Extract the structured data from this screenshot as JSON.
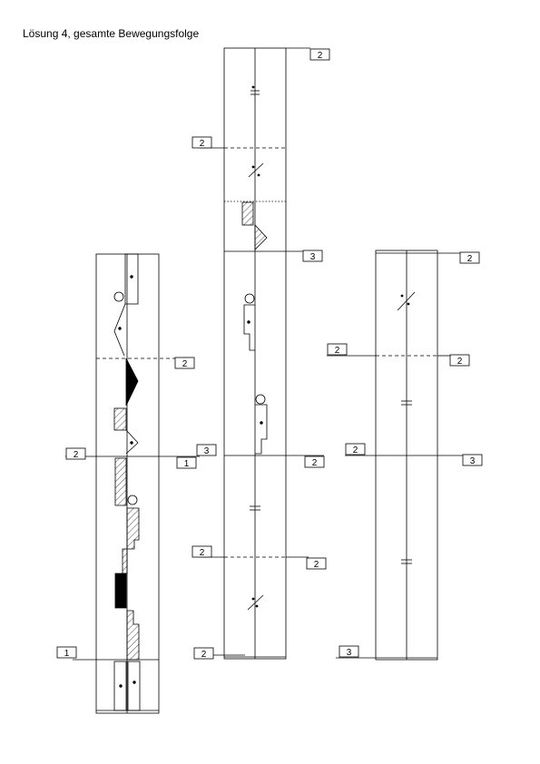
{
  "title": "Lösung 4, gesamte Bewegungsfolge",
  "colors": {
    "ink": "#000000",
    "paper": "#ffffff"
  },
  "strip1": {
    "labels": [
      "2",
      "2",
      "3",
      "1",
      "1"
    ]
  },
  "strip2": {
    "labels": [
      "2",
      "2",
      "3",
      "2",
      "2",
      "2",
      "2"
    ]
  },
  "strip3": {
    "labels": [
      "2",
      "2",
      "2",
      "2",
      "3",
      "3"
    ]
  }
}
